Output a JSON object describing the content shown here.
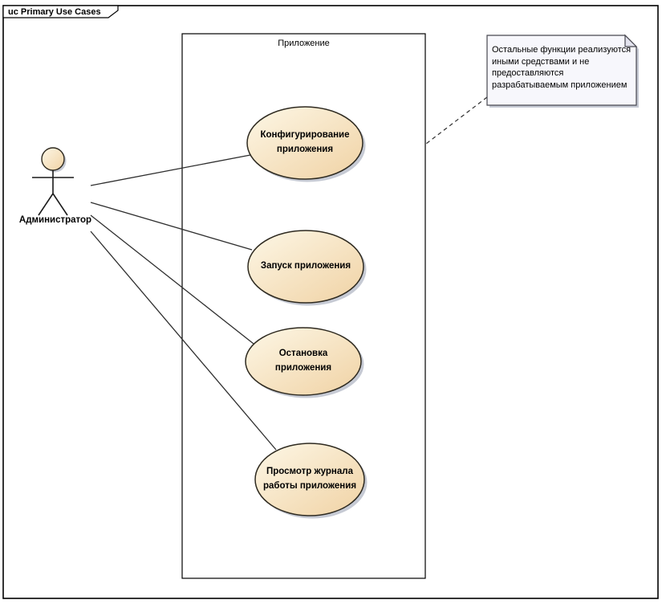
{
  "frame": {
    "title": "uc Primary Use Cases"
  },
  "boundary": {
    "label": "Приложение"
  },
  "actor": {
    "label": "Администратор"
  },
  "use_cases": [
    {
      "label": "Конфигурирование приложения",
      "lines": [
        "Конфигурирование",
        "приложения"
      ]
    },
    {
      "label": "Запуск приложения",
      "lines": [
        "Запуск приложения",
        ""
      ]
    },
    {
      "label": "Остановка приложения",
      "lines": [
        "Остановка",
        "приложения"
      ]
    },
    {
      "label": "Просмотр журнала работы приложения",
      "lines": [
        "Просмотр журнала",
        "работы приложения"
      ]
    }
  ],
  "note": {
    "text": "Остальные функции реализуются иными средствами и не предоставляются разрабатываемым приложением",
    "lines": [
      "Остальные функции реализуются",
      "иными средствами и не",
      "предоставляются",
      "разрабатываемым приложением"
    ]
  },
  "colors": {
    "ellipse_fill_start": "#fdf7e6",
    "ellipse_fill_end": "#f0d2a4",
    "ellipse_border": "#2e2a20",
    "connector": "#2e2e2e",
    "note_fill": "#f7f7fc",
    "note_border": "#47474f",
    "shadow": "#c6cad4",
    "frame_border": "#000000"
  }
}
